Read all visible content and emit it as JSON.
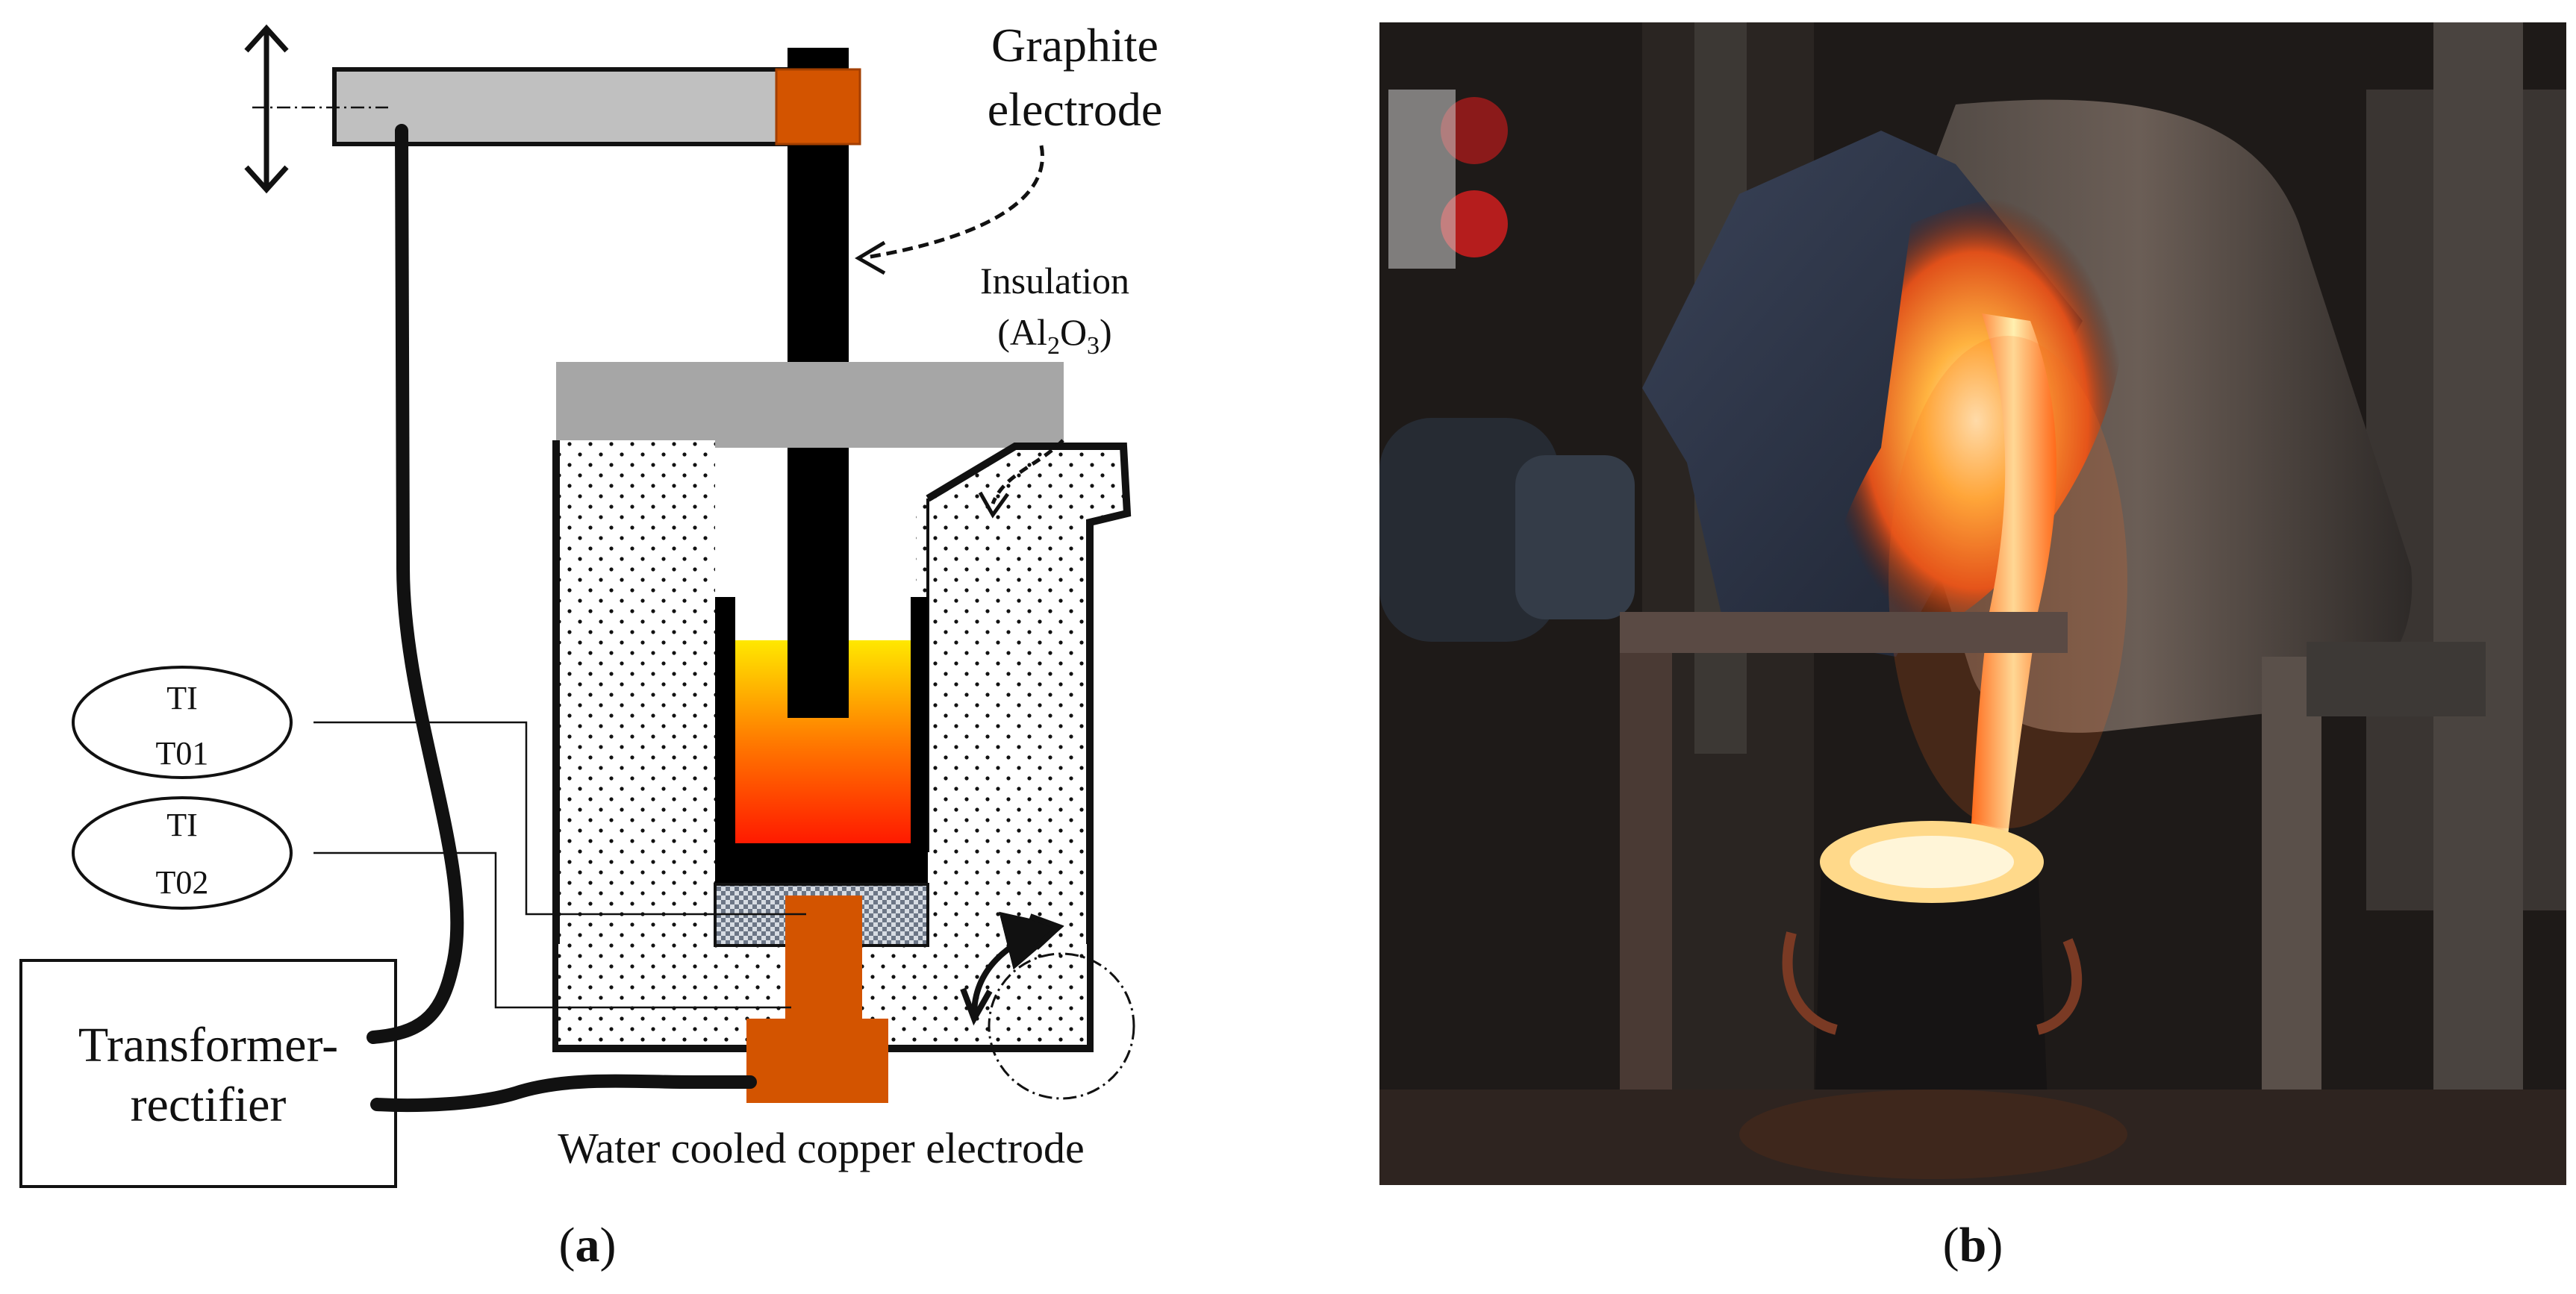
{
  "panel_a": {
    "labels": {
      "graphite_line1": "Graphite",
      "graphite_line2": "electrode",
      "insulation_line1": "Insulation",
      "insulation_al": "(Al",
      "insulation_sub1": "2",
      "insulation_o": "O",
      "insulation_sub2": "3",
      "insulation_close": ")",
      "ti1_top": "TI",
      "ti1_bottom": "T01",
      "ti2_top": "TI",
      "ti2_bottom": "T02",
      "transformer_line1": "Transformer-",
      "transformer_line2": "rectifier",
      "copper_electrode": "Water cooled copper electrode"
    },
    "caption_open": "(",
    "caption_letter": "a",
    "caption_close": ")"
  },
  "panel_b": {
    "caption_open": "(",
    "caption_letter": "b",
    "caption_close": ")"
  },
  "colors": {
    "electrode_holder": "#c0c0c0",
    "clamp": "#d35400",
    "melt_top": "#ffe800",
    "melt_mid": "#ff7a00",
    "melt_bottom": "#ff1a00",
    "copper": "#d35400"
  }
}
